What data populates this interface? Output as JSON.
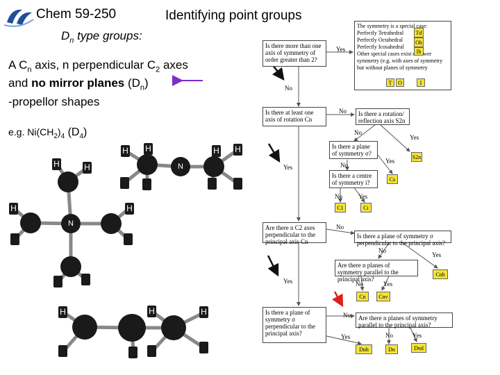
{
  "header": {
    "course": "Chem 59-250",
    "title": "Identifying point groups"
  },
  "left": {
    "subtitle_pre": "D",
    "subtitle_sub": "n",
    "subtitle_post": " type groups:",
    "line1_a": "A C",
    "line1_sub": "n",
    "line1_b": " axis, n perpendicular C",
    "line1_sub2": "2",
    "line1_c": " axes",
    "line2_a": "and ",
    "line2_bold": "no mirror planes",
    "line2_b": " (D",
    "line2_sub": "n",
    "line2_c": ")",
    "line3": "-propellor shapes",
    "example_a": "e.g. Ni(CH",
    "example_sub": "2",
    "example_b": ")",
    "example_sub2": "4",
    "example_c": " (D",
    "example_sub3": "4",
    "example_d": ")"
  },
  "atoms": {
    "h": "H",
    "n": "N"
  },
  "flowchart": {
    "q_high_order": "Is there more than one axis of symmetry of order greater than 2?",
    "yes": "Yes",
    "no": "No",
    "special_title": "The symmetry is a special case:",
    "special_td": "Perfectly Tetrahedral",
    "special_oh": "Perfectly Octahedral",
    "special_ih": "Perfectly Icosahedral",
    "special_other": "Other special cases exist of lower symmetry (e.g. with axes of symmetry but without planes of symmetry",
    "special_tail": "). ",
    "lab_td": "Td",
    "lab_oh": "Oh",
    "lab_ih": "Ih",
    "lab_t": "T",
    "lab_o": "O",
    "lab_i": "I",
    "q_axis": "Is there at least one axis of rotation Cn",
    "q_rotref": "Is there a rotation/ reflection axis S2n",
    "lab_s2n": "S2n",
    "q_plane": "Is there a plane of symmetry σ?",
    "lab_cs": "Cs",
    "q_centre": "Is there a centre of symmetry i?",
    "lab_ci": "Ci",
    "lab_c1": "C1",
    "q_perp_c2": "Are there n C2 axes perpendicular to the principal axis Cn",
    "q_perp_plane": "Is there a plane of symmetry σ perpendicular to the principal axis?",
    "q_n_planes": "Are there n planes of symmetry parallel to the principal axis?",
    "lab_cnh": "Cnh",
    "lab_cn": "Cn",
    "lab_cnv": "Cnv",
    "q_sigma": "Is there a plane of symmetry σ perpendicular to the principal axis?",
    "q_parallel": "Are there n planes of symmetry parallel to the principal axis?",
    "lab_dnh": "Dnh",
    "lab_dn": "Dn",
    "lab_dnd": "Dnd"
  },
  "colors": {
    "arrow_purple": "#7b2fc8",
    "arrow_red": "#e0201a",
    "highlight": "#f3e33a",
    "logo_blue": "#1f4f9b"
  }
}
